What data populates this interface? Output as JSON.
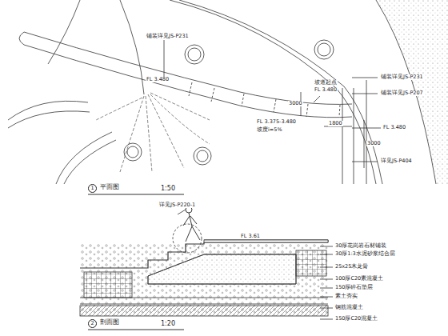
{
  "diagram": {
    "labels": [
      "铺装详见JS-P231",
      "FL 3.480",
      "坡道起点",
      "FL 3.480",
      "铺装详见JS-P231",
      "3000",
      "铺装详见JS-P207",
      "FL 3.480",
      "FL 3.375-3.480",
      "坡度i=5%",
      "1800",
      "3000",
      "详见JS-P404",
      "1",
      "平面图",
      "1:50",
      "详见JS-P220-1",
      "FL 3.61",
      "30厚花岗岩石材铺装",
      "30厚1:3水泥砂浆结合层",
      "25x25木龙骨",
      "100厚C20素混凝土",
      "150厚碎石垫层",
      "素土夯实",
      "钢筋混凝土",
      "150厚C20混凝土",
      "2",
      "剖面图",
      "1:20"
    ]
  }
}
